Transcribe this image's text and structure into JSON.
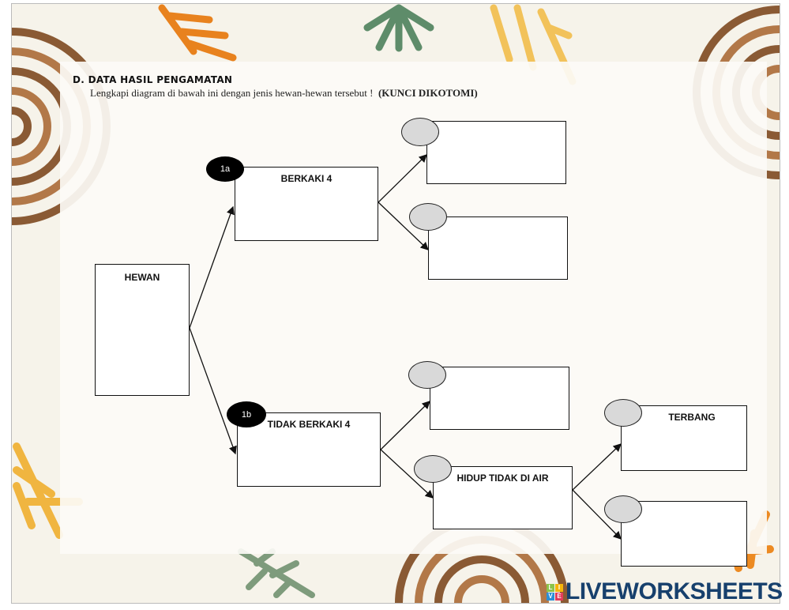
{
  "heading": "D.  DATA HASIL PENGAMATAN",
  "instruction": "Lengkapi diagram di bawah ini dengan jenis hewan-hewan tersebut !",
  "instruction_bold": "(KUNCI DIKOTOMI)",
  "diagram": {
    "root": "HEWAN",
    "branch_1a": {
      "badge": "1a",
      "label": "BERKAKI 4"
    },
    "branch_1b": {
      "badge": "1b",
      "label": "TIDAK BERKAKI 4"
    },
    "hidup_tidak_di_air": "HIDUP TIDAK DI AIR",
    "terbang": "TERBANG"
  },
  "logo": {
    "letters": [
      "L",
      "I",
      "V",
      "E"
    ],
    "text": "LIVEWORKSHEETS"
  }
}
